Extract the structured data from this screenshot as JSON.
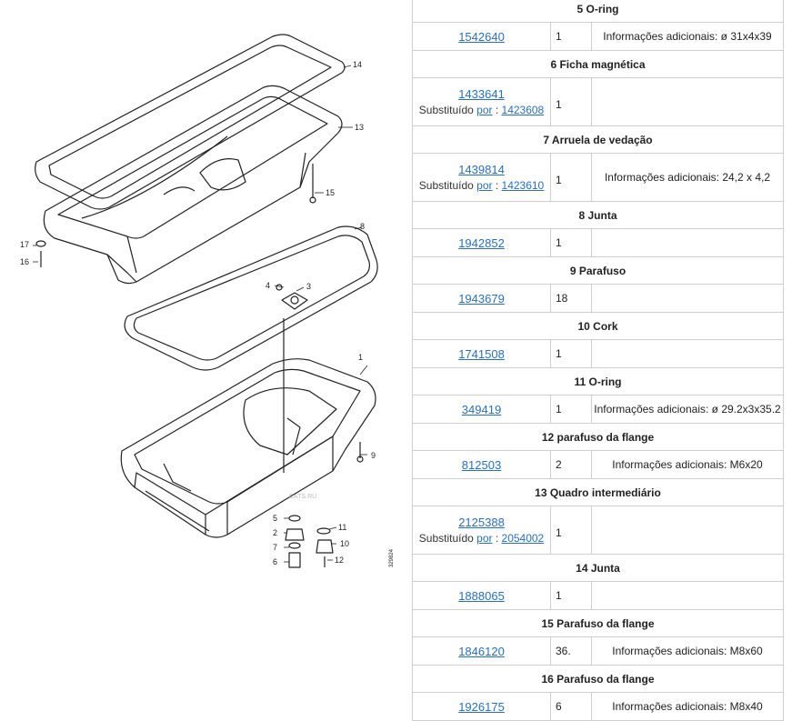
{
  "diagram": {
    "callouts": [
      "1",
      "2",
      "3",
      "4",
      "5",
      "6",
      "7",
      "8",
      "9",
      "10",
      "11",
      "12",
      "13",
      "14",
      "15",
      "16",
      "17"
    ],
    "figure_id": "329824",
    "watermark": "CATS.RU"
  },
  "labels": {
    "substituted": "Substituído",
    "by": "por",
    "info_prefix": "Informações adicionais:"
  },
  "groups": [
    {
      "title": "5 O-ring",
      "part": "1542640",
      "qty": "1",
      "info": "Informações adicionais: ø 31x4x39",
      "sub": ""
    },
    {
      "title": "6 Ficha magnética",
      "part": "1433641",
      "qty": "1",
      "info": "",
      "sub": "1423608"
    },
    {
      "title": "7 Arruela de vedação",
      "part": "1439814",
      "qty": "1",
      "info": "Informações adicionais: 24,2 x 4,2",
      "sub": "1423610"
    },
    {
      "title": "8 Junta",
      "part": "1942852",
      "qty": "1",
      "info": "",
      "sub": ""
    },
    {
      "title": "9 Parafuso",
      "part": "1943679",
      "qty": "18",
      "info": "",
      "sub": ""
    },
    {
      "title": "10 Cork",
      "part": "1741508",
      "qty": "1",
      "info": "",
      "sub": ""
    },
    {
      "title": "11 O-ring",
      "part": "349419",
      "qty": "1",
      "info": "Informações adicionais: ø 29.2x3x35.2",
      "sub": ""
    },
    {
      "title": "12 parafuso da flange",
      "part": "812503",
      "qty": "2",
      "info": "Informações adicionais: M6x20",
      "sub": ""
    },
    {
      "title": "13 Quadro intermediário",
      "part": "2125388",
      "qty": "1",
      "info": "",
      "sub": "2054002"
    },
    {
      "title": "14 Junta",
      "part": "1888065",
      "qty": "1",
      "info": "",
      "sub": ""
    },
    {
      "title": "15 Parafuso da flange",
      "part": "1846120",
      "qty": "36.",
      "info": "Informações adicionais: M8x60",
      "sub": ""
    },
    {
      "title": "16 Parafuso da flange",
      "part": "1926175",
      "qty": "6",
      "info": "Informações adicionais: M8x40",
      "sub": ""
    }
  ]
}
